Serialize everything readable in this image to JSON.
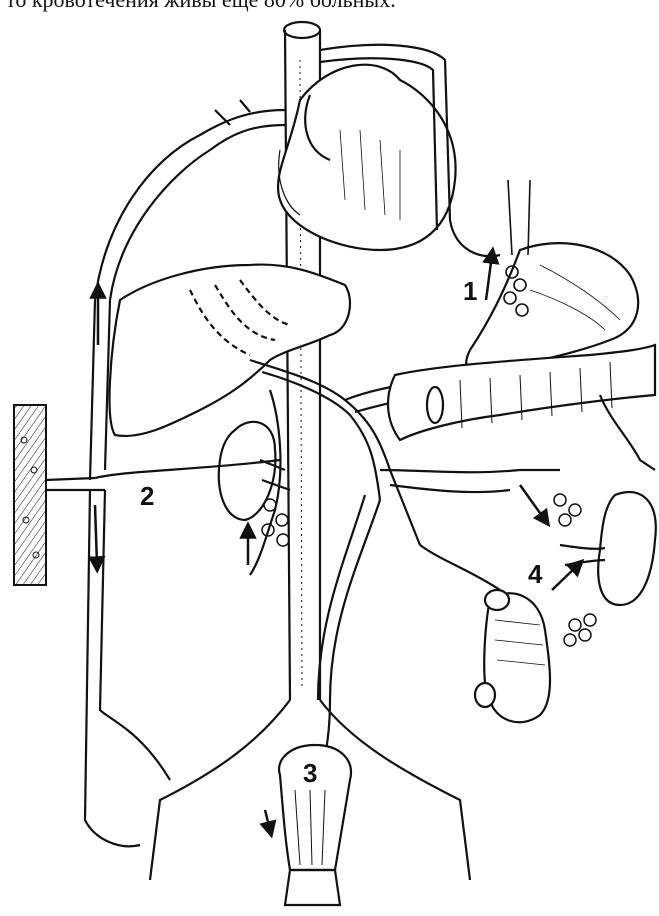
{
  "caption": "то кровотечения живы еще 80% больных.",
  "markers": {
    "m1": "1",
    "m2": "2",
    "m3": "3",
    "m4": "4"
  },
  "colors": {
    "ink": "#111111",
    "paper": "#ffffff"
  }
}
